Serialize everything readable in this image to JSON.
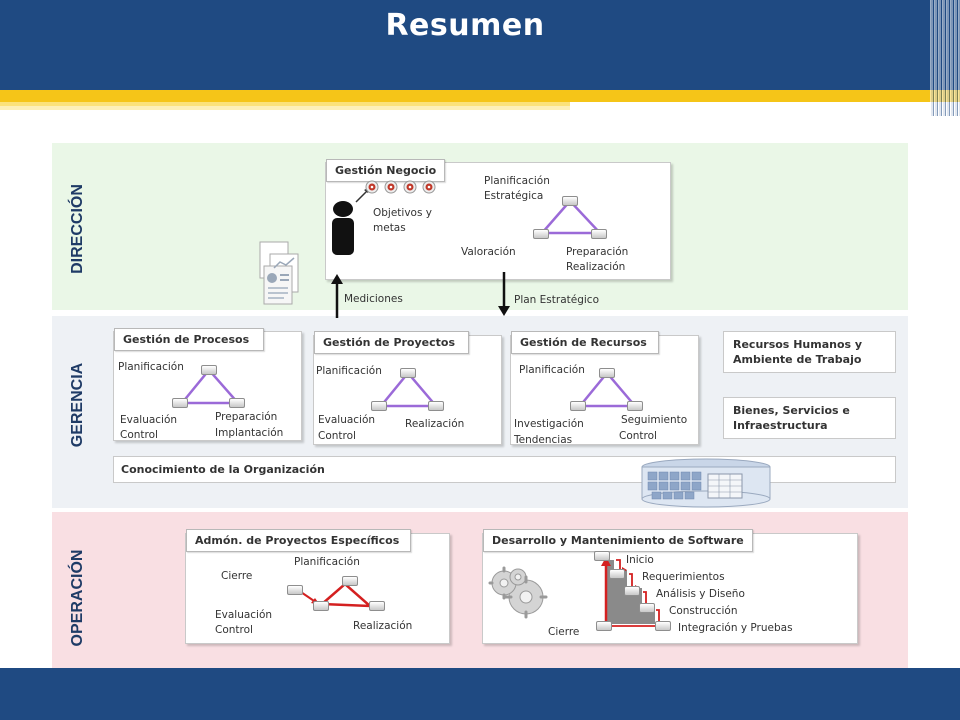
{
  "title": "Resumen",
  "colors": {
    "header": "#1f4a82",
    "accent_yellow": "#f5c518",
    "direccion_band": "#eaf7e7",
    "gerencia_band": "#eef1f5",
    "operacion_band": "#f9dfe3",
    "cycle_arrow": "#9b6ad8",
    "op_arrow": "#d42020"
  },
  "sections": {
    "direccion": "DIRECCIÓN",
    "gerencia": "GERENCIA",
    "operacion": "OPERACIÓN"
  },
  "direccion": {
    "tab": "Gestión Negocio",
    "objetivos": [
      "Objetivos  y",
      "metas"
    ],
    "planificacion": [
      "Planificación",
      "Estratégica"
    ],
    "valoracion": "Valoración",
    "preparacion": [
      "Preparación",
      "Realización"
    ],
    "mediciones": "Mediciones",
    "plan_estrategico": "Plan Estratégico",
    "icons": [
      "person-icon",
      "target-icon",
      "document-charts-icon"
    ]
  },
  "gerencia": {
    "procesos": {
      "tab": "Gestión  de Procesos",
      "planificacion": "Planificación",
      "evaluacion": [
        "Evaluación",
        "Control"
      ],
      "preparacion": [
        "Preparación",
        "Implantación"
      ]
    },
    "proyectos": {
      "tab": "Gestión  de Proyectos",
      "planificacion": "Planificación",
      "evaluacion": [
        "Evaluación",
        "Control"
      ],
      "realizacion": "Realización"
    },
    "recursos": {
      "tab": "Gestión  de Recursos",
      "planificacion": "Planificación",
      "investigacion": [
        "Investigación",
        "Tendencias"
      ],
      "seguimiento": [
        "Seguimiento",
        "Control"
      ]
    },
    "rrhh": [
      "Recursos Humanos  y",
      "Ambiente de Trabajo"
    ],
    "bienes": [
      "Bienes, Servicios e",
      "Infraestructura"
    ],
    "conocimiento": "Conocimiento  de la Organización",
    "icons": [
      "database-icon"
    ]
  },
  "operacion": {
    "admon": {
      "tab": "Admón.  de Proyectos Específicos",
      "planificacion": "Planificación",
      "cierre": "Cierre",
      "evaluacion": [
        "Evaluación",
        "Control"
      ],
      "realizacion": "Realización"
    },
    "software": {
      "tab": "Desarrollo y Mantenimiento de Software",
      "steps": [
        "Inicio",
        "Requerimientos",
        "Análisis  y Diseño",
        "Construcción",
        "Integración  y Pruebas"
      ],
      "cierre": "Cierre",
      "icons": [
        "gears-icon"
      ]
    }
  }
}
